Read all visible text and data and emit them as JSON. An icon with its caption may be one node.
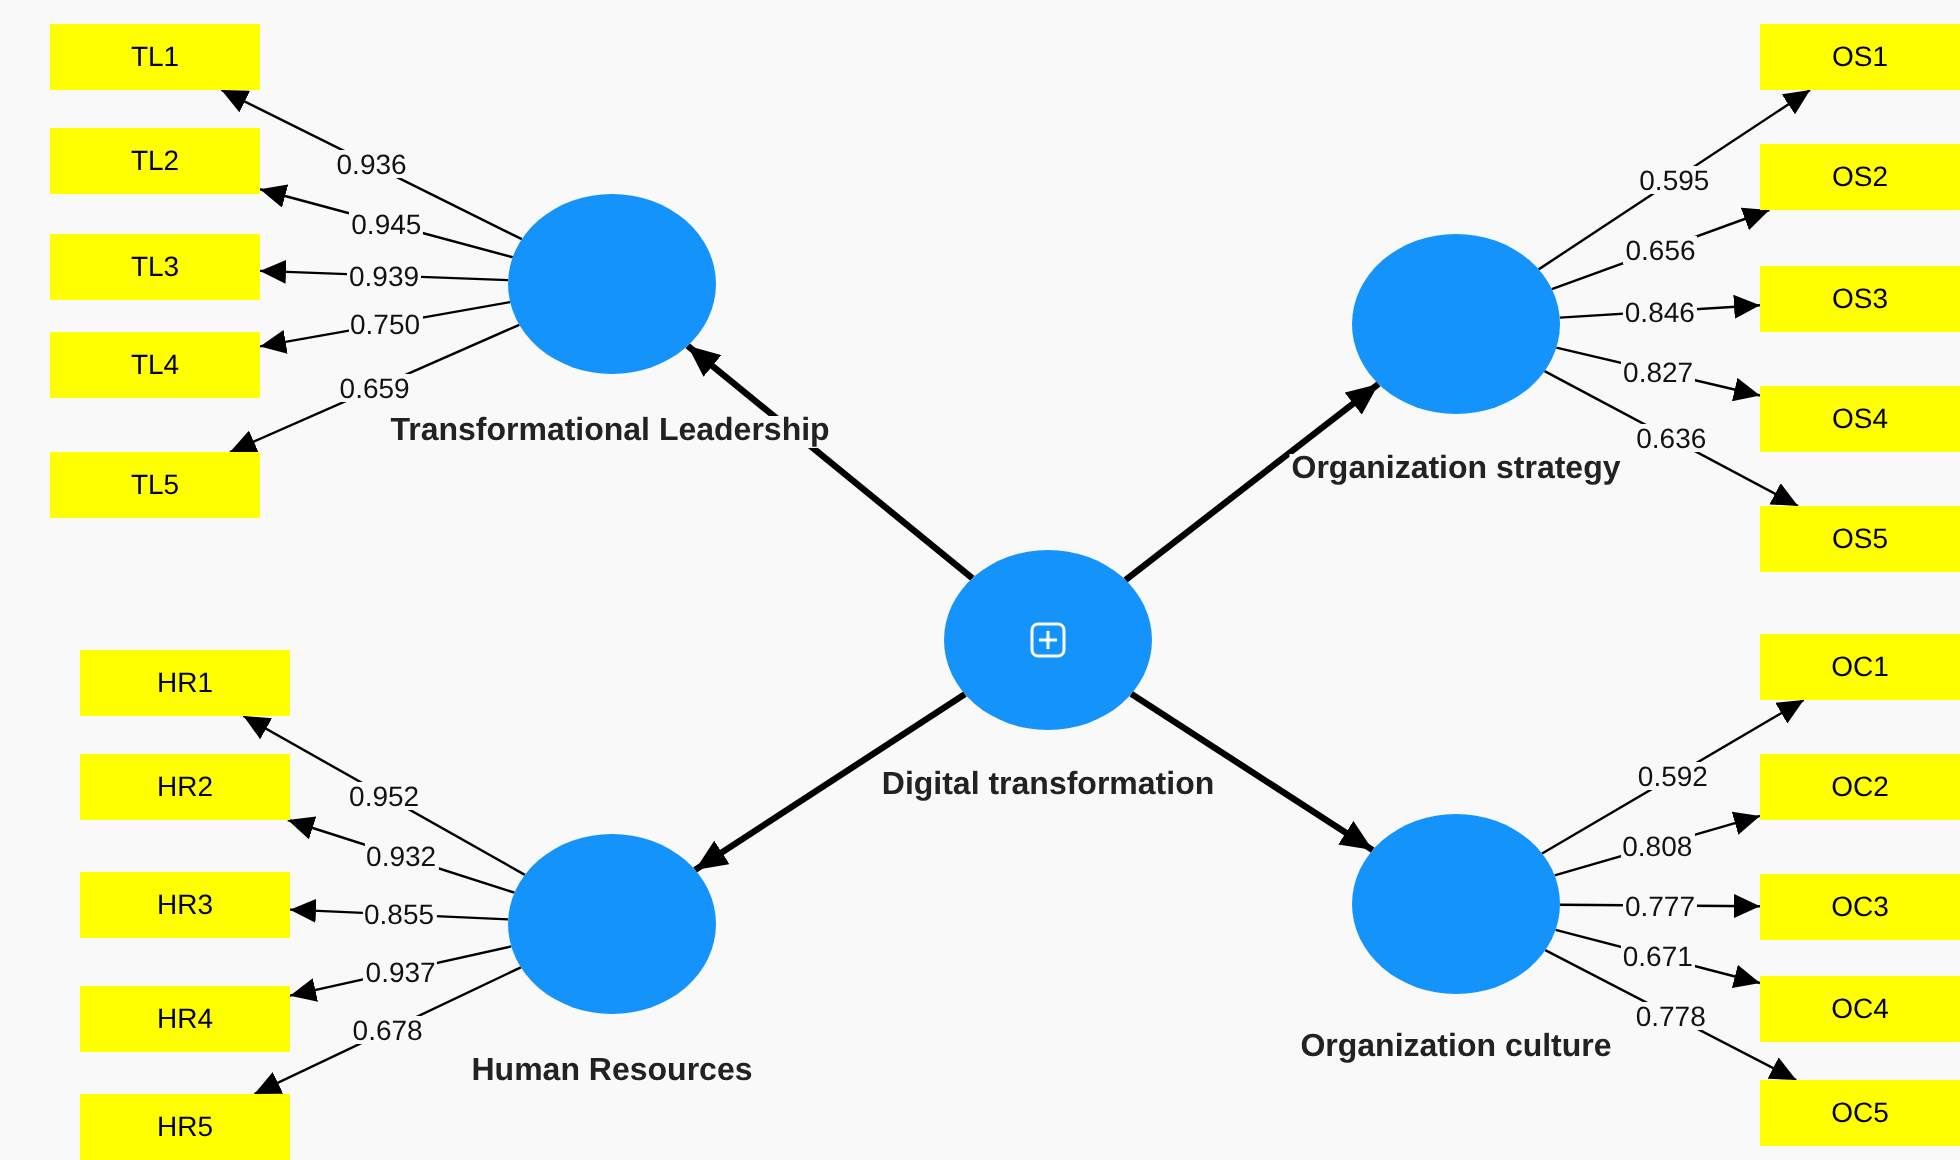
{
  "diagram": {
    "nodes": [
      {
        "text": [
          "Digital transformation"
        ]
      },
      {
        "text": [
          "Transformational Leadership"
        ]
      },
      {
        "text": [
          "Organization strategy"
        ]
      },
      {
        "text": [
          "Human Resources"
        ]
      },
      {
        "text": [
          "Organization culture"
        ]
      },
      {
        "text": [
          "TL1"
        ]
      },
      {
        "text": [
          "TL2"
        ]
      },
      {
        "text": [
          "TL3"
        ]
      },
      {
        "text": [
          "TL4"
        ]
      },
      {
        "text": [
          "TL5"
        ]
      },
      {
        "text": [
          "OS1"
        ]
      },
      {
        "text": [
          "OS2"
        ]
      },
      {
        "text": [
          "OS3"
        ]
      },
      {
        "text": [
          "OS4"
        ]
      },
      {
        "text": [
          "OS5"
        ]
      },
      {
        "text": [
          "HR1"
        ]
      },
      {
        "text": [
          "HR2"
        ]
      },
      {
        "text": [
          "HR3"
        ]
      },
      {
        "text": [
          "HR4"
        ]
      },
      {
        "text": [
          "HR5"
        ]
      },
      {
        "text": [
          "OC1"
        ]
      },
      {
        "text": [
          "OC2"
        ]
      },
      {
        "text": [
          "OC3"
        ]
      },
      {
        "text": [
          "OC4"
        ]
      },
      {
        "text": [
          "OC5"
        ]
      }
    ],
    "edges": [
      {
        "from": 0,
        "to": 1,
        "arrow": "to",
        "style": "thick"
      },
      {
        "from": 0,
        "to": 2,
        "arrow": "to",
        "style": "thick"
      },
      {
        "from": 0,
        "to": 3,
        "arrow": "to",
        "style": "thick"
      },
      {
        "from": 0,
        "to": 4,
        "arrow": "to",
        "style": "thick"
      },
      {
        "from": 1,
        "to": 5,
        "arrow": "to",
        "label": "0.936"
      },
      {
        "from": 1,
        "to": 6,
        "arrow": "to",
        "label": "0.945"
      },
      {
        "from": 1,
        "to": 7,
        "arrow": "to",
        "label": "0.939"
      },
      {
        "from": 1,
        "to": 8,
        "arrow": "to",
        "label": "0.750"
      },
      {
        "from": 1,
        "to": 9,
        "arrow": "to",
        "label": "0.659"
      },
      {
        "from": 2,
        "to": 10,
        "arrow": "to",
        "label": "0.595"
      },
      {
        "from": 2,
        "to": 11,
        "arrow": "to",
        "label": "0.656"
      },
      {
        "from": 2,
        "to": 12,
        "arrow": "to",
        "label": "0.846"
      },
      {
        "from": 2,
        "to": 13,
        "arrow": "to",
        "label": "0.827"
      },
      {
        "from": 2,
        "to": 14,
        "arrow": "to",
        "label": "0.636"
      },
      {
        "from": 3,
        "to": 15,
        "arrow": "to",
        "label": "0.952"
      },
      {
        "from": 3,
        "to": 16,
        "arrow": "to",
        "label": "0.932"
      },
      {
        "from": 3,
        "to": 17,
        "arrow": "to",
        "label": "0.855"
      },
      {
        "from": 3,
        "to": 18,
        "arrow": "to",
        "label": "0.937"
      },
      {
        "from": 3,
        "to": 19,
        "arrow": "to",
        "label": "0.678"
      },
      {
        "from": 4,
        "to": 20,
        "arrow": "to",
        "label": "0.592"
      },
      {
        "from": 4,
        "to": 21,
        "arrow": "to",
        "label": "0.808"
      },
      {
        "from": 4,
        "to": 22,
        "arrow": "to",
        "label": "0.777"
      },
      {
        "from": 4,
        "to": 23,
        "arrow": "to",
        "label": "0.671"
      },
      {
        "from": 4,
        "to": 24,
        "arrow": "to",
        "label": "0.778"
      }
    ]
  }
}
